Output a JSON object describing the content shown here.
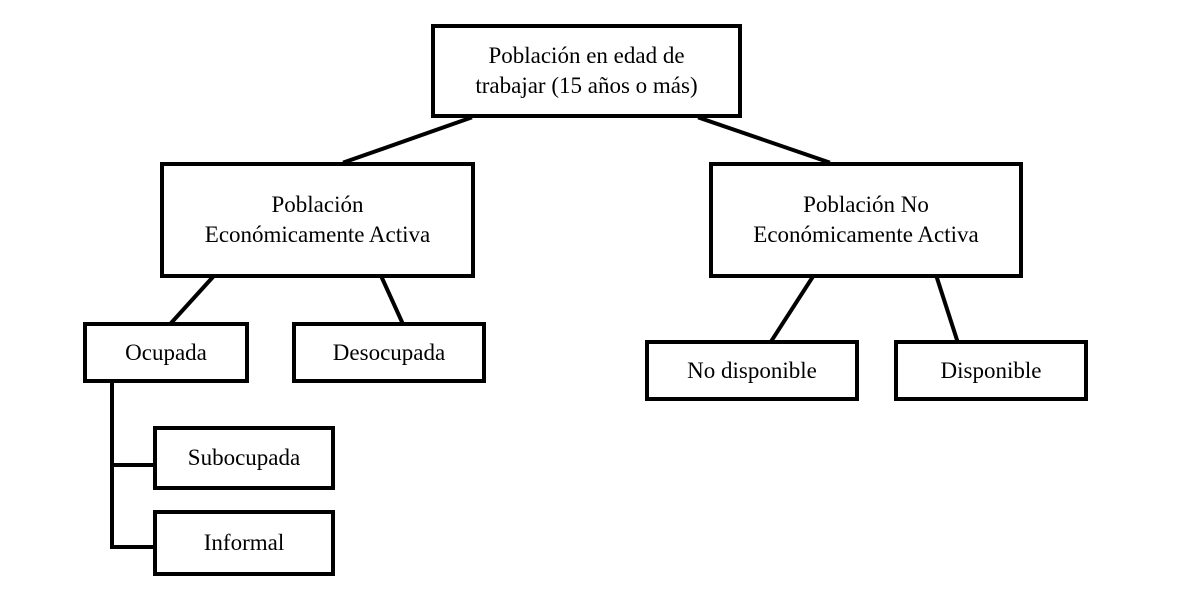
{
  "header": {
    "caption_fragment": ""
  },
  "nodes": {
    "root": {
      "line1": "Población en edad de",
      "line2": "trabajar (15 años o más)"
    },
    "pea": {
      "line1": "Población",
      "line2": "Económicamente Activa"
    },
    "pnea": {
      "line1": "Población No",
      "line2": "Económicamente Activa"
    },
    "ocupada": {
      "label": "Ocupada"
    },
    "desocupada": {
      "label": "Desocupada"
    },
    "no_disponible": {
      "label": "No disponible"
    },
    "disponible": {
      "label": "Disponible"
    },
    "subocupada": {
      "label": "Subocupada"
    },
    "informal": {
      "label": "Informal"
    }
  },
  "colors": {
    "line": "#000000",
    "box_border": "#000000",
    "box_fill": "#ffffff"
  }
}
